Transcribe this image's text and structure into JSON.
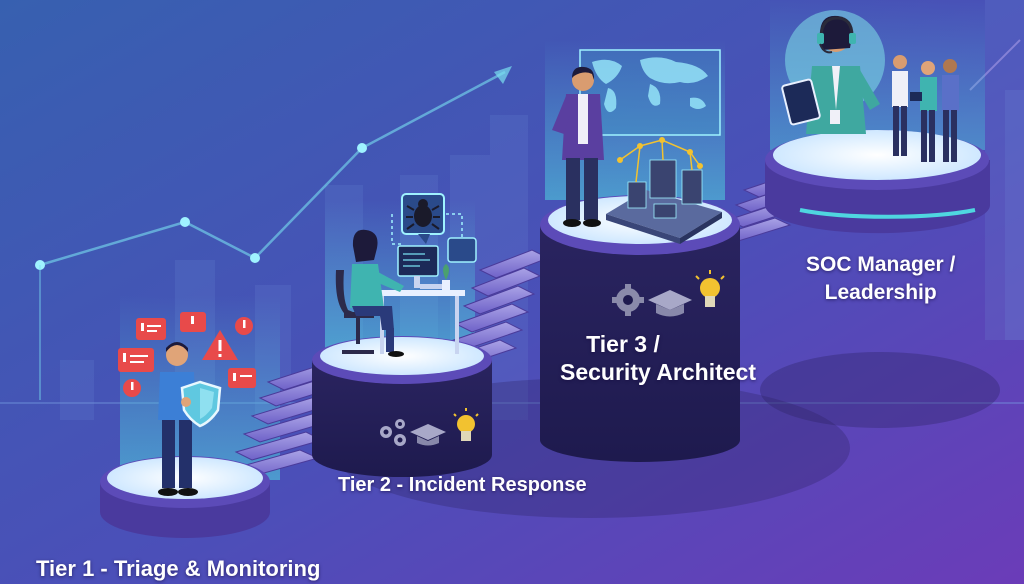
{
  "labels": {
    "tier1": "Tier 1 - Triage & Monitoring",
    "tier2": "Tier 2 - Incident Response",
    "tier3_line1": "Tier 3 /",
    "tier3_line2": "Security Architect",
    "soc_line1": "SOC Manager /",
    "soc_line2": "Leadership"
  },
  "icons": {
    "tier1": [
      "alert-chat-icon",
      "warning-triangle-icon",
      "shield-icon"
    ],
    "tier2": [
      "bug-icon",
      "gear-icon",
      "graduation-cap-icon",
      "lightbulb-icon"
    ],
    "tier3": [
      "world-map-icon",
      "server-icon",
      "gear-icon",
      "graduation-cap-icon",
      "lightbulb-icon"
    ],
    "soc": [
      "headset-icon",
      "tablet-icon",
      "team-icon"
    ]
  },
  "colors": {
    "background_top": "#3a5fb0",
    "background_bottom": "#6a3fb8",
    "platform_top": "#e8f4ff",
    "platform_rim": "#5a3fa8",
    "glow": "#4fd6e0",
    "alert": "#e84a4a",
    "accent_gold": "#f2c230"
  }
}
